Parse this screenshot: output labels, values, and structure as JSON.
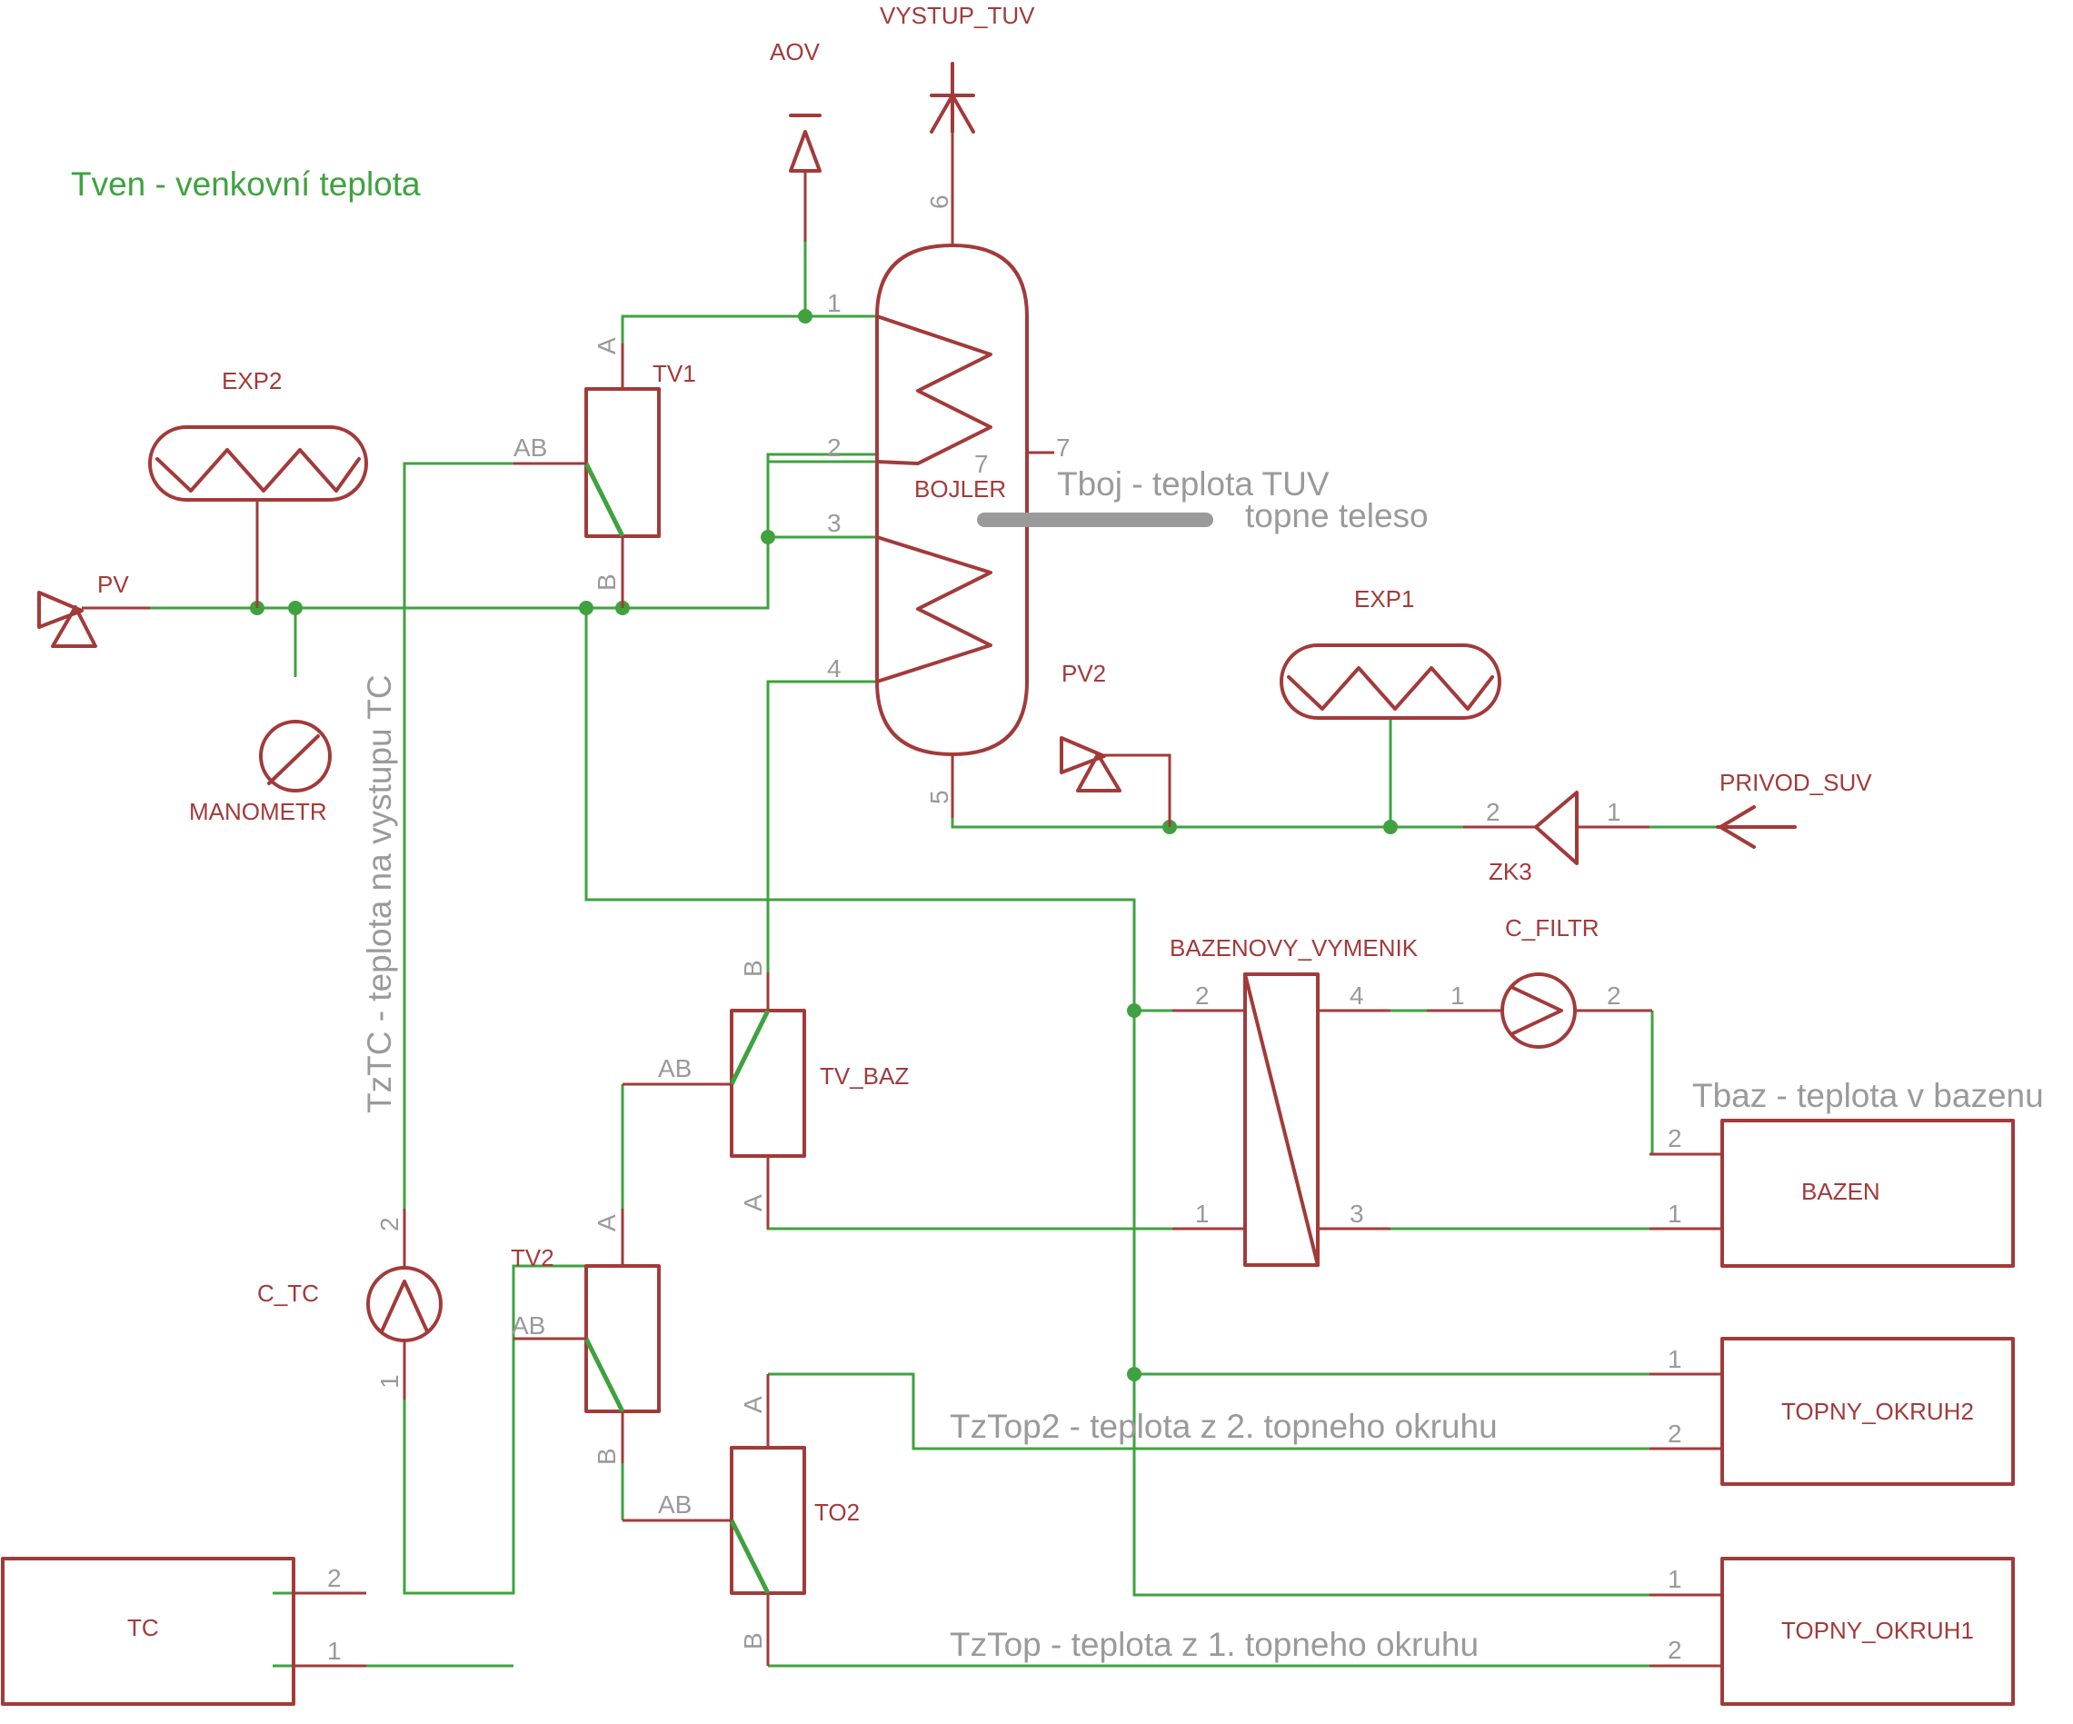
{
  "notes": {
    "tven": "Tven - venkovní teplota",
    "tboj": "Tboj - teplota TUV",
    "topne_teleso": "topne teleso",
    "tztc": "TzTC - teplota na vystupu TC",
    "tbaz": "Tbaz - teplota v bazenu",
    "tztop2": "TzTop2 - teplota z 2. topneho okruhu",
    "tztop": "TzTop - teplota z 1. topneho okruhu"
  },
  "components": {
    "aov": "AOV",
    "vystup_tuv": "VYSTUP_TUV",
    "exp2": "EXP2",
    "exp1": "EXP1",
    "tv1": "TV1",
    "pv": "PV",
    "pv2": "PV2",
    "bojler": "BOJLER",
    "manometr": "MANOMETR",
    "privod_suv": "PRIVOD_SUV",
    "zk3": "ZK3",
    "bazenovy_vymenik": "BAZENOVY_VYMENIK",
    "c_filtr": "C_FILTR",
    "tv_baz": "TV_BAZ",
    "bazen": "BAZEN",
    "tv2": "TV2",
    "c_tc": "C_TC",
    "to2": "TO2",
    "topny_okruh2": "TOPNY_OKRUH2",
    "topny_okruh1": "TOPNY_OKRUH1",
    "tc": "TC"
  },
  "pins": {
    "p1": "1",
    "p2": "2",
    "p3": "3",
    "p4": "4",
    "p5": "5",
    "p6": "6",
    "p7": "7",
    "a": "A",
    "b": "B",
    "ab": "AB"
  },
  "colors": {
    "symbol": "#a33a3a",
    "wire": "#3fa23f",
    "pin_text": "#9a9a9a",
    "heating_element": "#9a9a9a"
  }
}
